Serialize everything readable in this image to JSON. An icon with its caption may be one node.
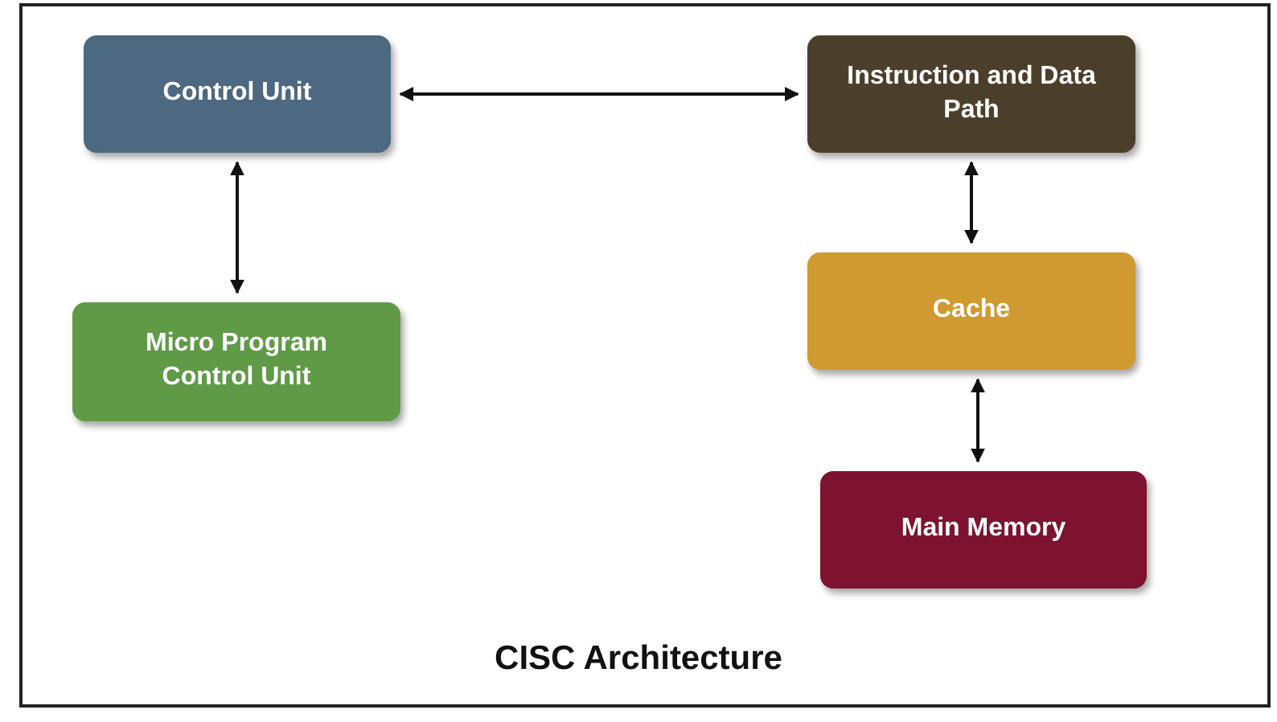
{
  "diagram": {
    "title": "CISC Architecture",
    "nodes": [
      {
        "text": [
          "Control Unit"
        ]
      },
      {
        "text": [
          "Instruction and Data Path"
        ]
      },
      {
        "text": [
          "Micro Program Control Unit"
        ]
      },
      {
        "text": [
          "Cache"
        ]
      },
      {
        "text": [
          "Main Memory"
        ]
      }
    ],
    "edges": [
      {
        "from": 0,
        "to": 1,
        "arrow": "both"
      },
      {
        "from": 0,
        "to": 2,
        "arrow": "both"
      },
      {
        "from": 1,
        "to": 3,
        "arrow": "both"
      },
      {
        "from": 3,
        "to": 4,
        "arrow": "both"
      }
    ]
  }
}
